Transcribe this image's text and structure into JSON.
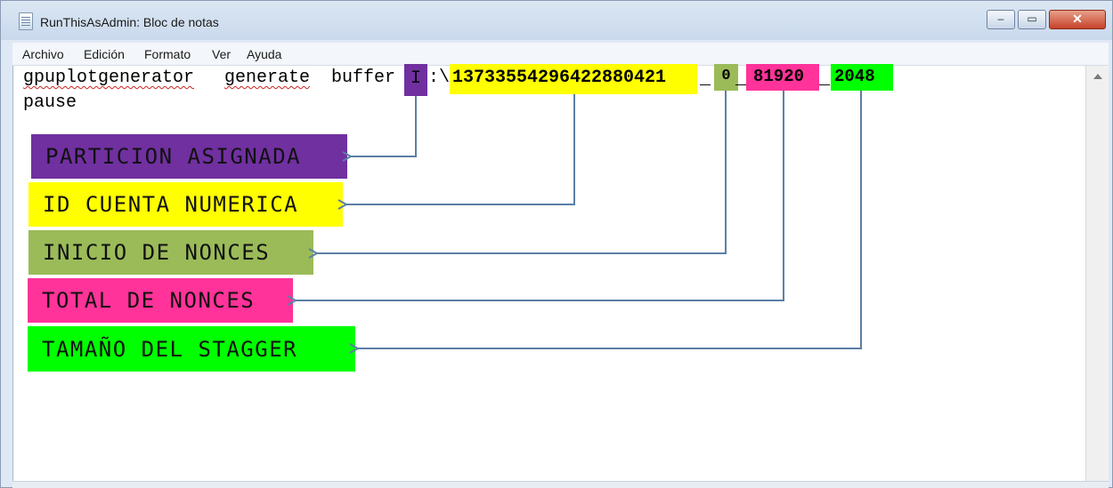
{
  "window": {
    "title": "RunThisAsAdmin: Bloc de notas",
    "minimize_glyph": "–",
    "maximize_glyph": "▭",
    "close_glyph": "✕"
  },
  "menu": [
    "Archivo",
    "Edición",
    "Formato",
    "Ver",
    "Ayuda"
  ],
  "document": {
    "command_word1": "gpuplotgenerator",
    "command_word2": "generate",
    "command_word3": "buffer",
    "drive_letter": "I",
    "drive_sep": ":\\",
    "account_id": "13733554296422880421",
    "separator": "_",
    "start_nonce": "0",
    "total_nonces": "81920",
    "stagger": "2048",
    "line2": "pause"
  },
  "annotations": [
    {
      "label": "PARTICION ASIGNADA",
      "color": "#7030a0"
    },
    {
      "label": "ID CUENTA NUMERICA",
      "color": "#ffff00"
    },
    {
      "label": "INICIO DE NONCES",
      "color": "#9bbb59"
    },
    {
      "label": "TOTAL DE NONCES",
      "color": "#ff3399"
    },
    {
      "label": "TAMAÑO DEL STAGGER",
      "color": "#00ff00"
    }
  ],
  "arrow_color": "#5b7fa6"
}
